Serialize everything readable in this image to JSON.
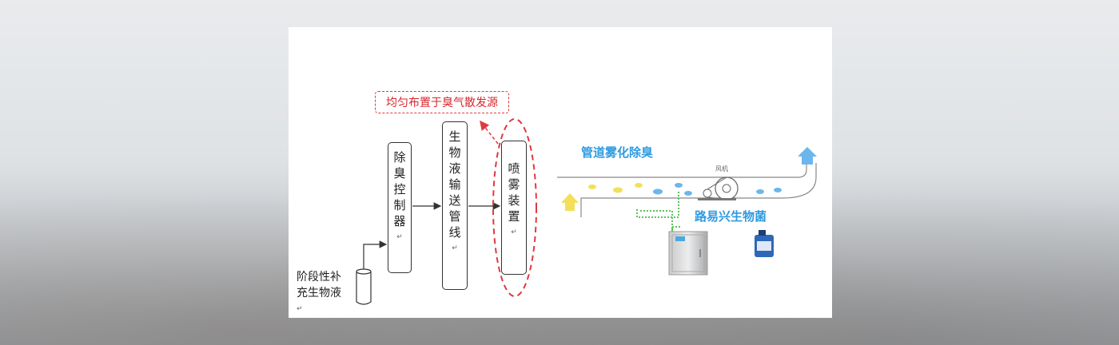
{
  "flow": {
    "controller": [
      "除",
      "臭",
      "控",
      "制",
      "器"
    ],
    "transport": [
      "生",
      "物",
      "液",
      "输",
      "送",
      "管",
      "线"
    ],
    "spray": [
      "喷",
      "雾",
      "装",
      "置"
    ],
    "return_mark": "↵",
    "placement_note": "均匀布置于臭气散发源",
    "supplement_line1": "阶段性补",
    "supplement_line2": "充生物液",
    "colors": {
      "accent_red": "#e0393e",
      "line": "#333333"
    }
  },
  "illustration": {
    "title": "管道雾化除臭",
    "fan_label": "风机",
    "brand": "路易兴生物菌",
    "colors": {
      "accent_blue": "#2f9be0",
      "arrow_yellow": "#f3df5a",
      "pipe_green": "#5cc25c"
    }
  }
}
